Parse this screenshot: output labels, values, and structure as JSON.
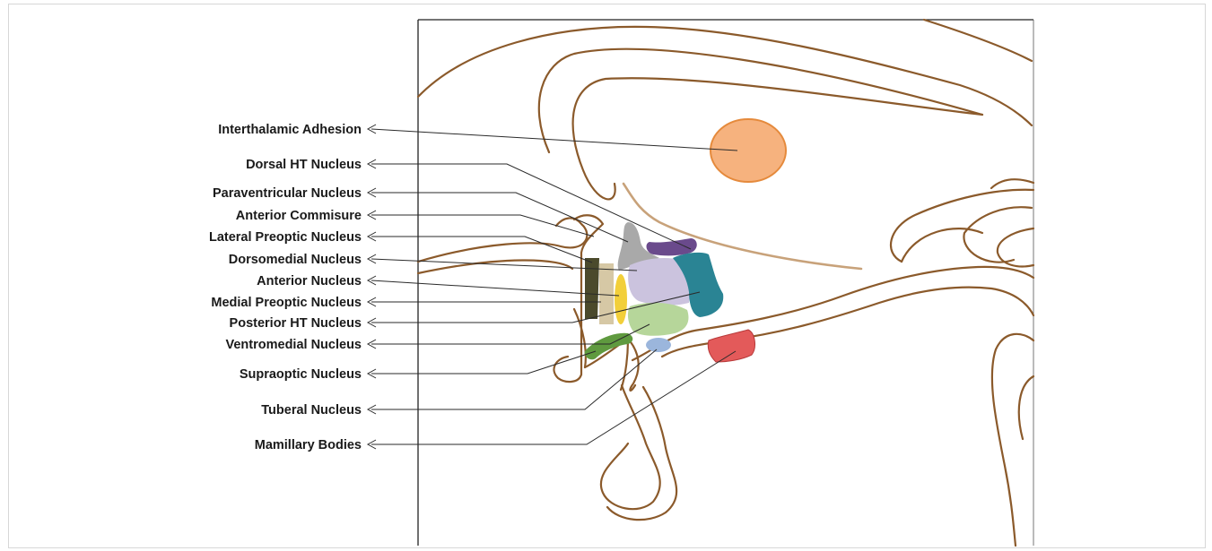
{
  "labels": [
    "Interthalamic Adhesion",
    "Dorsal HT Nucleus",
    "Paraventricular Nucleus",
    "Anterior Commisure",
    "Lateral Preoptic Nucleus",
    "Dorsomedial Nucleus",
    "Anterior Nucleus",
    "Medial Preoptic Nucleus",
    "Posterior HT Nucleus",
    "Ventromedial Nucleus",
    "Supraoptic Nucleus",
    "Tuberal Nucleus",
    "Mamillary Bodies"
  ],
  "colors": {
    "outline": "#8b5a2b",
    "fornix": "#c8a27a",
    "interthalamic_adhesion": "#f6b27e",
    "interthalamic_adhesion_stroke": "#e58a3c",
    "dorsal_ht": "#6a4a8c",
    "paraventricular": "#a9a9a9",
    "dorsomedial": "#cbc3de",
    "posterior_ht": "#2a8494",
    "lateral_preoptic": "#4b4a2c",
    "medial_preoptic": "#d6c8a5",
    "anterior": "#f2cf3a",
    "ventromedial": "#b6d69a",
    "supraoptic": "#5f9a3f",
    "tuberal": "#9bb6dc",
    "mamillary": "#e35a5a"
  }
}
